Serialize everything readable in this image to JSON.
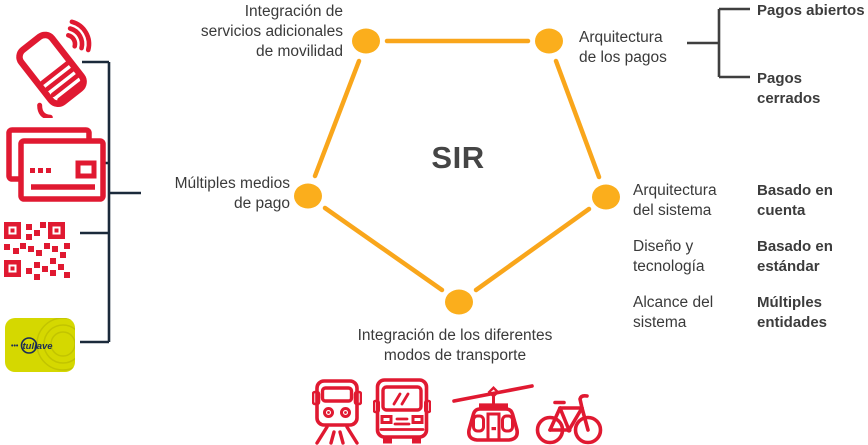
{
  "title": "SIR",
  "labels": {
    "top_left": "Integración de\nservicios adicionales\nde movilidad",
    "top_right": "Arquitectura\nde los pagos",
    "left": "Múltiples medios\nde pago",
    "bottom": "Integración de los diferentes\nmodos de transporte",
    "pagos_abiertos": "Pagos abiertos",
    "pagos_cerrados": "Pagos cerrados"
  },
  "system_rows": [
    {
      "label": "Arquitectura\ndel sistema",
      "value": "Basado en\ncuenta"
    },
    {
      "label": "Diseño y\ntecnología",
      "value": "Basado en\nestándar"
    },
    {
      "label": "Alcance del\nsistema",
      "value": "Múltiples\nentidades"
    }
  ],
  "card": {
    "dots": "•••",
    "brand": "tullave"
  },
  "icons": {
    "payment_methods": [
      "contactless-phone-icon",
      "credit-cards-icon",
      "qr-code-icon",
      "tullave-card-icon"
    ],
    "transport_modes": [
      "train-icon",
      "bus-icon",
      "cable-car-icon",
      "bicycle-icon"
    ]
  },
  "colors": {
    "accent_yellow": "#F9A61B",
    "node_yellow": "#FBAE1C",
    "icon_red": "#E01931",
    "bracket_navy": "#1B2A3B",
    "bracket_gray": "#3F3F3F",
    "text_dark": "#3A3A3A",
    "card_yellow": "#D5D800",
    "card_navy": "#1A2B57"
  }
}
